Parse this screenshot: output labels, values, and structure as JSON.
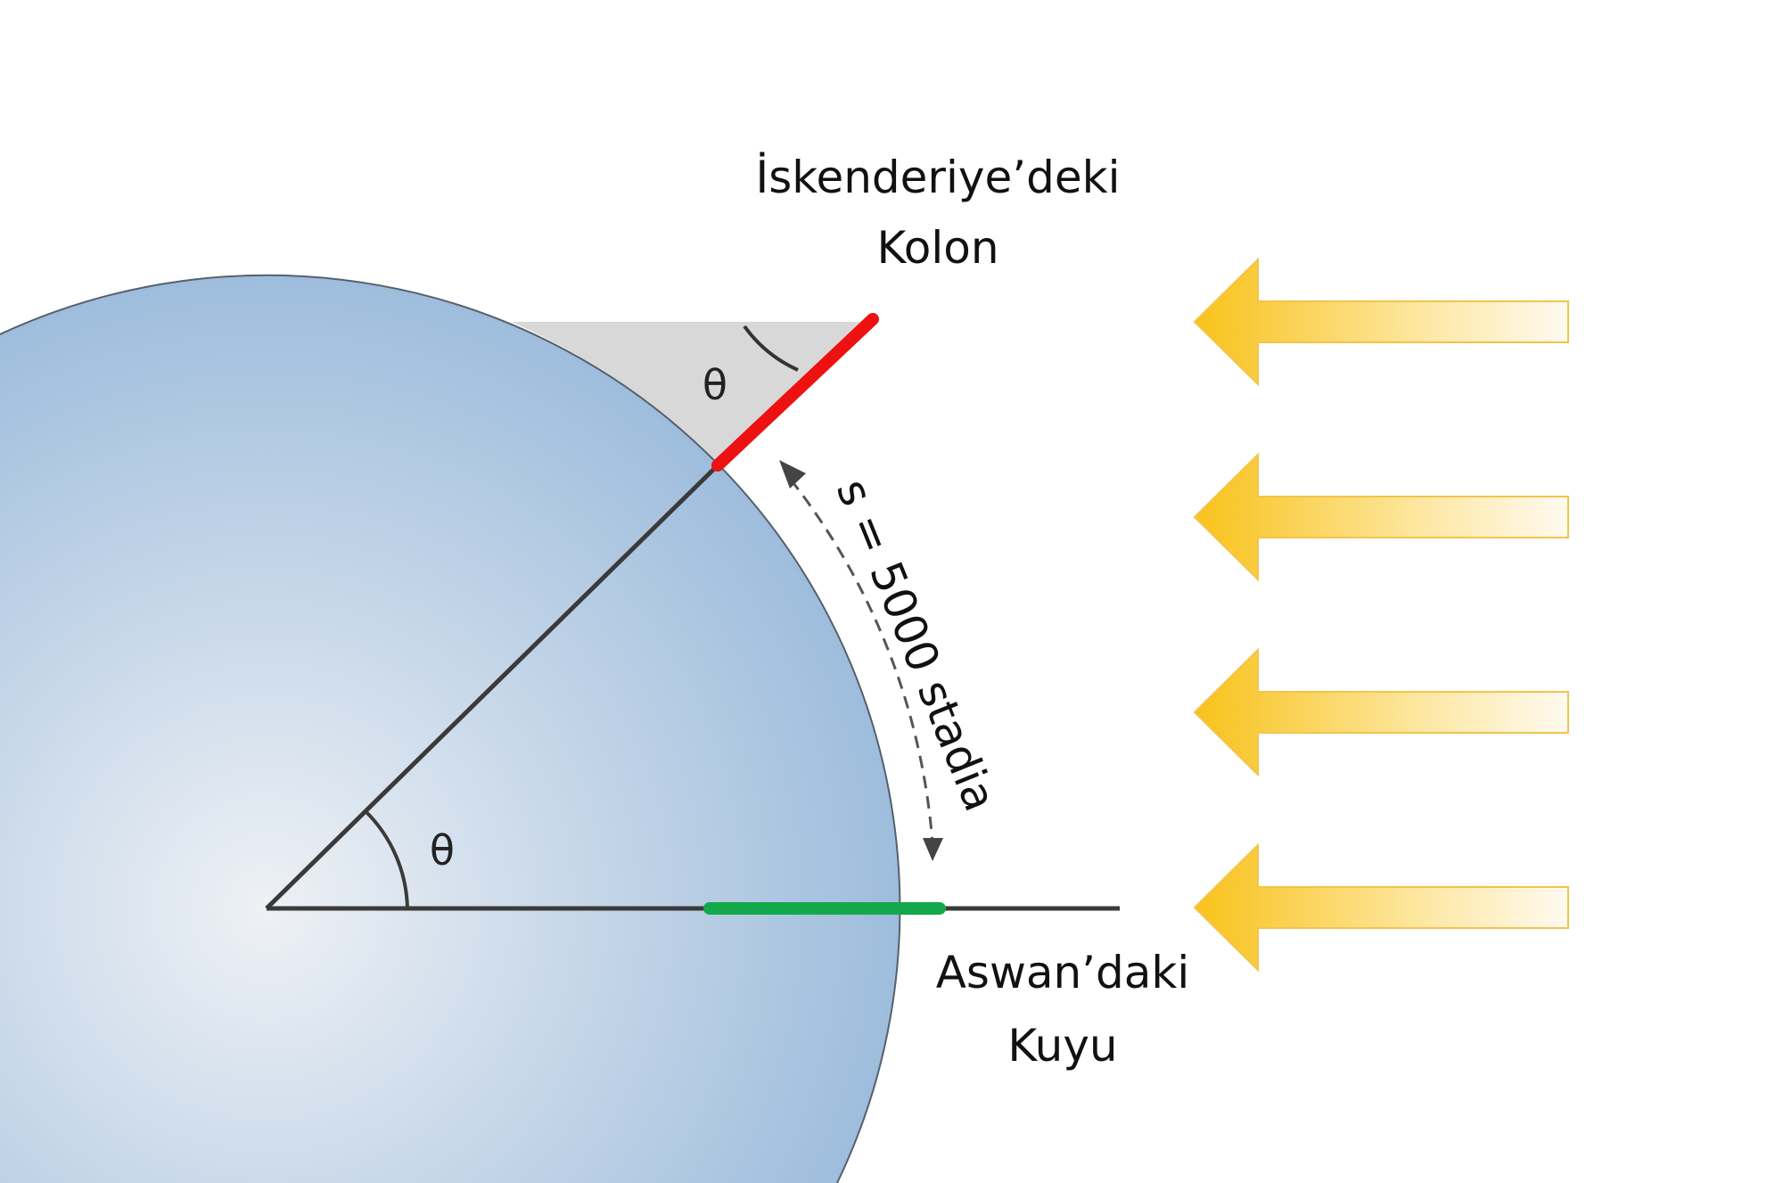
{
  "labels": {
    "column_line1": "İskenderiye’deki",
    "column_line2": "Kolon",
    "well_line1": "Aswan’daki",
    "well_line2": "Kuyu",
    "arc_distance": "s = 5000 stadia",
    "angle_center": "θ",
    "angle_shadow": "θ"
  },
  "colors": {
    "earth_light": "#eef1f5",
    "earth_dark": "#9dbcdc",
    "column": "#ee1111",
    "well": "#13a84a",
    "shadow": "#d8d8d8",
    "sun_rays": "#f8c21a"
  },
  "sun_rays": [
    "ray-1",
    "ray-2",
    "ray-3",
    "ray-4"
  ]
}
